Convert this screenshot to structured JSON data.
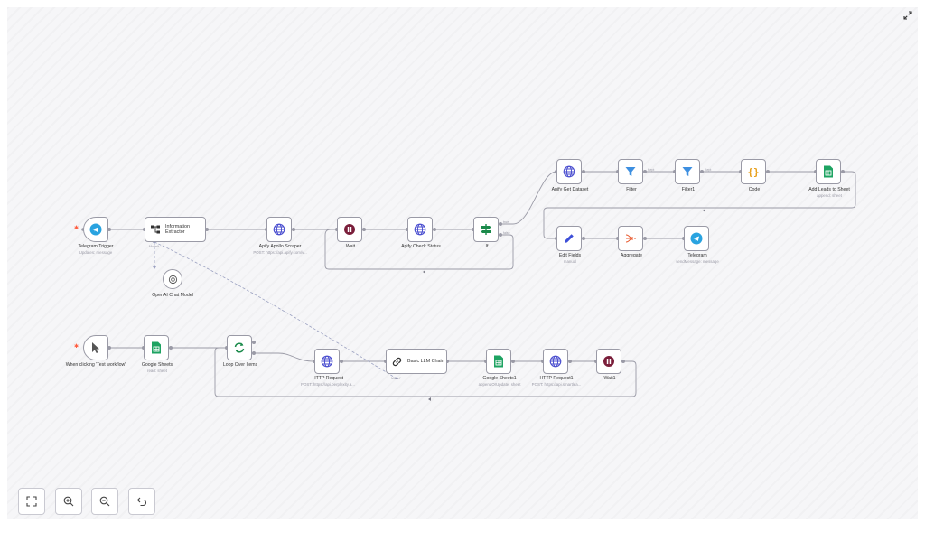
{
  "nodes": {
    "telegram_trigger": {
      "label": "Telegram Trigger",
      "sublabel": "Updates: message"
    },
    "information_extractor": {
      "label": "Information Extractor"
    },
    "apify_apollo_scraper": {
      "label": "Apify Apollo Scraper",
      "sublabel": "POST: https://api.apify.com/v..."
    },
    "wait": {
      "label": "Wait"
    },
    "apify_check_status": {
      "label": "Apify Check Status"
    },
    "if": {
      "label": "If",
      "true_label": "true",
      "false_label": "false"
    },
    "apify_get_dataset": {
      "label": "Apify Get Dataset"
    },
    "filter": {
      "label": "Filter",
      "kept_label": "Kept"
    },
    "filter1": {
      "label": "Filter1",
      "kept_label": "Kept"
    },
    "code": {
      "label": "Code"
    },
    "add_leads_to_sheet": {
      "label": "Add Leads to Sheet",
      "sublabel": "append: sheet"
    },
    "edit_fields": {
      "label": "Edit Fields",
      "sublabel": "manual"
    },
    "aggregate": {
      "label": "Aggregate"
    },
    "telegram": {
      "label": "Telegram",
      "sublabel": "sendMessage: message"
    },
    "openai_chat_model": {
      "label": "OpenAI Chat Model",
      "port_label": "Model*"
    },
    "manual_trigger": {
      "label": "When clicking 'Test workflow'"
    },
    "google_sheets": {
      "label": "Google Sheets",
      "sublabel": "read: sheet"
    },
    "loop_over_items": {
      "label": "Loop Over Items"
    },
    "http_request": {
      "label": "HTTP Request",
      "sublabel": "POST: https://api.perplexity.a..."
    },
    "basic_llm_chain": {
      "label": "Basic LLM Chain",
      "port_label": "Model*"
    },
    "google_sheets1": {
      "label": "Google Sheets1",
      "sublabel": "appendOrUpdate: sheet"
    },
    "http_request1": {
      "label": "HTTP Request1",
      "sublabel": "POST: https://api.smartlea..."
    },
    "wait1": {
      "label": "Wait1"
    }
  },
  "controls": {
    "fit_view": "maximize-icon",
    "zoom_in": "zoom-in-icon",
    "zoom_out": "zoom-out-icon",
    "reset": "undo-icon"
  },
  "colors": {
    "telegram": "#29a3e0",
    "sheets": "#1ea362",
    "apify_globe": "#4a4ecf",
    "wait": "#7a1e3a",
    "filter": "#3d8fe0",
    "code": "#e8a01c",
    "edit": "#3d4fd8",
    "aggregate": "#e8582c",
    "if": "#1a8a4a",
    "loop": "#1a8a4a",
    "trigger_bolt": "#ff5a3c",
    "wire": "#9a9aa6"
  }
}
